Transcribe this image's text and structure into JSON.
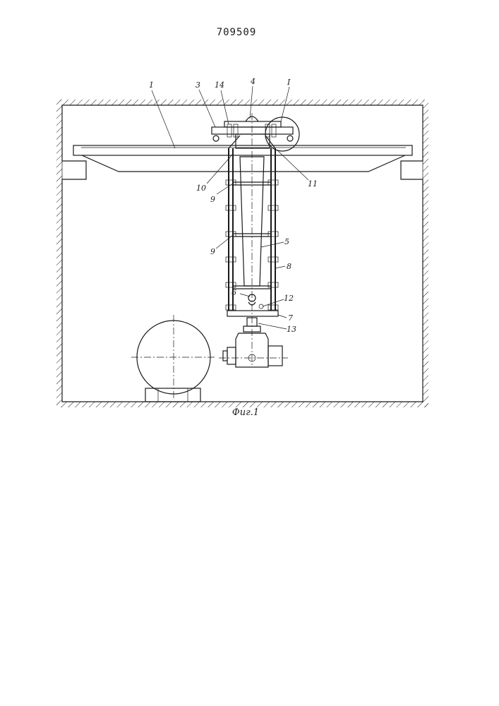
{
  "document": {
    "patent_number": "709509",
    "figure_caption": "Фиг.1"
  },
  "labels": {
    "l1": "1",
    "l3": "3",
    "l14": "14",
    "l4": "4",
    "lI": "I",
    "l10": "10",
    "l11": "11",
    "l9a": "9",
    "l9b": "9",
    "l5": "5",
    "l8": "8",
    "l6": "6",
    "l12": "12",
    "l7": "7",
    "l13": "13"
  }
}
